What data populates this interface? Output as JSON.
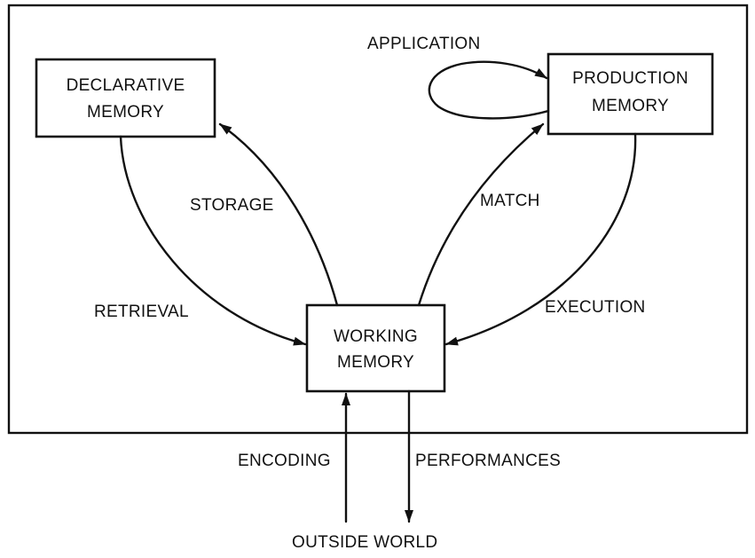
{
  "boxes": {
    "declarative": {
      "line1": "DECLARATIVE",
      "line2": "MEMORY"
    },
    "production": {
      "line1": "PRODUCTION",
      "line2": "MEMORY"
    },
    "working": {
      "line1": "WORKING",
      "line2": "MEMORY"
    }
  },
  "arrows": {
    "application": "APPLICATION",
    "storage": "STORAGE",
    "match": "MATCH",
    "retrieval": "RETRIEVAL",
    "execution": "EXECUTION",
    "encoding": "ENCODING",
    "performances": "PERFORMANCES"
  },
  "outside": "OUTSIDE WORLD"
}
